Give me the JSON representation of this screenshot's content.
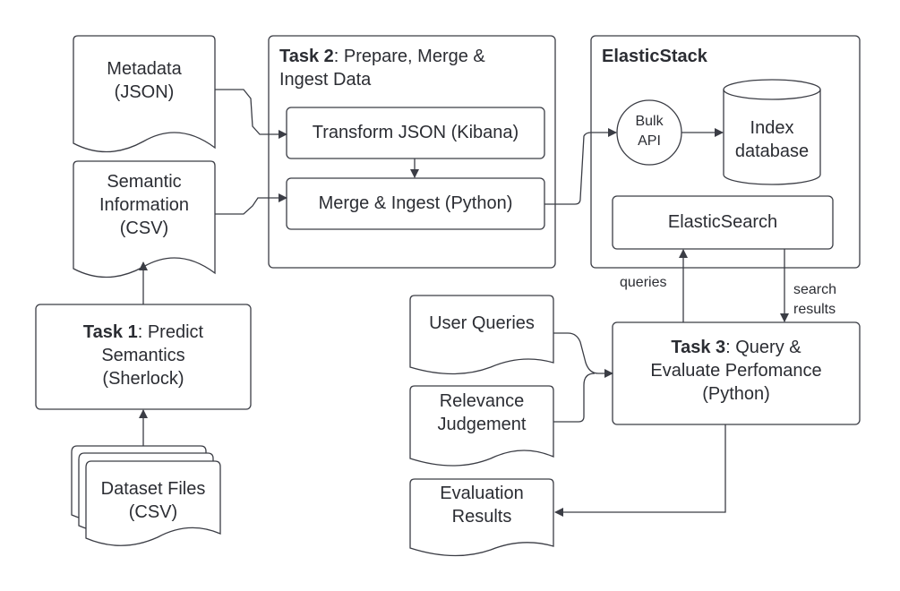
{
  "metadata_doc": {
    "line1": "Metadata",
    "line2": "(JSON)"
  },
  "semantic_doc": {
    "line1": "Semantic",
    "line2": "Information",
    "line3": "(CSV)"
  },
  "task1": {
    "bold": "Task 1",
    "rest": ": Predict",
    "line2": "Semantics",
    "line3": "(Sherlock)"
  },
  "dataset_doc": {
    "line1": "Dataset Files",
    "line2": "(CSV)"
  },
  "task2": {
    "bold": "Task 2",
    "rest": ": Prepare, Merge &",
    "line2": "Ingest Data"
  },
  "transform_box": {
    "label": "Transform JSON (Kibana)"
  },
  "merge_box": {
    "label": "Merge & Ingest (Python)"
  },
  "elastic": {
    "title": "ElasticStack"
  },
  "bulk_api": {
    "line1": "Bulk",
    "line2": "API"
  },
  "index_db": {
    "line1": "Index",
    "line2": "database"
  },
  "elasticsearch": {
    "label": "ElasticSearch"
  },
  "queries_label": "queries",
  "search_results": {
    "line1": "search",
    "line2": "results"
  },
  "user_queries": {
    "label": "User Queries"
  },
  "relevance": {
    "line1": "Relevance",
    "line2": "Judgement"
  },
  "task3": {
    "bold": "Task 3",
    "rest": ": Query &",
    "line2": "Evaluate Perfomance",
    "line3": "(Python)"
  },
  "evaluation": {
    "line1": "Evaluation",
    "line2": "Results"
  }
}
